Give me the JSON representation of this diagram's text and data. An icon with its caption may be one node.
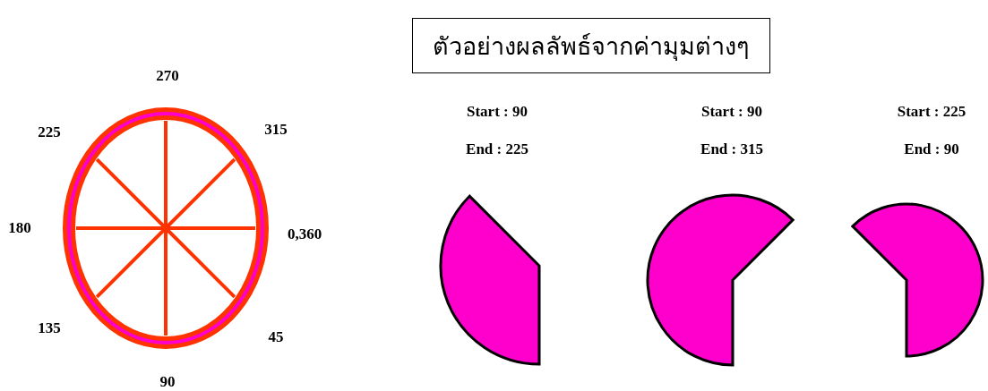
{
  "diagram": {
    "nodes": [
      {
        "text": [
          "ตัวอย่างผลลัพธ์จากค่ามุมต่างๆ"
        ]
      },
      {
        "text": [],
        "shape": "pie"
      },
      {
        "text": [],
        "shape": "pie"
      },
      {
        "text": [],
        "shape": "pie"
      }
    ],
    "edges": [],
    "labels": [
      "270",
      "225",
      "315",
      "Start : 90",
      "Start : 90",
      "Start : 225",
      "End : 225",
      "End : 315",
      "End : 90",
      "180",
      "0,360",
      "135",
      "45",
      "90"
    ]
  }
}
